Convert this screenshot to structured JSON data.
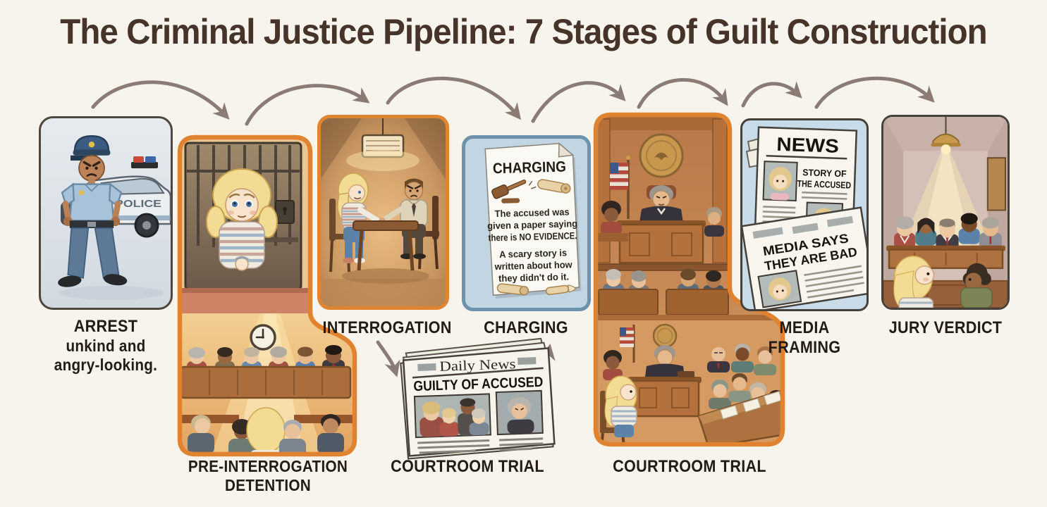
{
  "title": "The Criminal Justice Pipeline: 7 Stages of Guilt Construction",
  "stages": [
    {
      "id": "arrest",
      "label": "ARREST",
      "sub1": "unkind and",
      "sub2": "angry-looking."
    },
    {
      "id": "pre-interrogation-detention",
      "label_line1": "PRE-INTERROGATION",
      "label_line2": "DETENTION"
    },
    {
      "id": "interrogation",
      "label": "INTERROGATION"
    },
    {
      "id": "charging",
      "label": "CHARGING"
    },
    {
      "id": "courtroom-trial-news",
      "label": "COURTROOM TRIAL"
    },
    {
      "id": "courtroom-trial",
      "label": "COURTROOM TRIAL"
    },
    {
      "id": "media-framing",
      "label": "MEDIA FRAMING"
    },
    {
      "id": "jury-verdict",
      "label": "JURY VERDICT"
    }
  ],
  "arrest_art": {
    "police_car_text": "POLICE"
  },
  "charging_document": {
    "title": "CHARGING",
    "para1_line1": "The accused was",
    "para1_line2": "given a paper saying",
    "para1_line3": "there is NO EVIDENCE.",
    "para2_line1": "A scary story is",
    "para2_line2": "written about how",
    "para2_line3": "they didn't do it."
  },
  "daily_news": {
    "masthead": "Daily News",
    "headline": "GUILTY OF ACCUSED"
  },
  "media_papers": {
    "paper1_masthead": "NEWS",
    "paper1_headline_line1": "STORY OF",
    "paper1_headline_line2": "THE ACCUSED",
    "paper2_headline_line1": "MEDIA SAYS",
    "paper2_headline_line2": "THEY ARE BAD"
  },
  "colors": {
    "background": "#f7f4ed",
    "title_text": "#46332a",
    "caption_text": "#231b15",
    "orange_border": "#e08330",
    "blue_border": "#6d92ab",
    "dark_border": "#4c443c",
    "arrow": "#8a7c74"
  }
}
